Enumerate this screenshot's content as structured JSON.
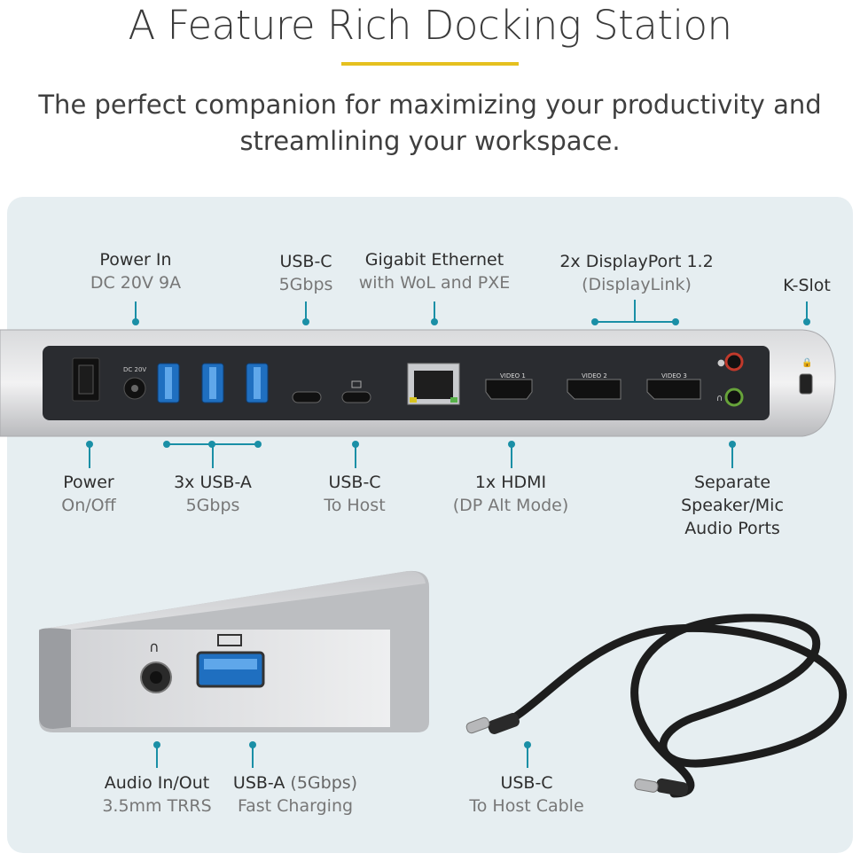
{
  "header": {
    "title": "A Feature Rich Docking Station",
    "subtitle_line1": "The perfect companion for maximizing your productivity and",
    "subtitle_line2": "streamlining your workspace."
  },
  "colors": {
    "accent_rule": "#e5c01f",
    "callout": "#1a8fa6",
    "panel": "#e6eef1"
  },
  "top_callouts": [
    {
      "title": "Power In",
      "sub": "DC 20V 9A"
    },
    {
      "title": "USB-C",
      "sub": "5Gbps"
    },
    {
      "title": "Gigabit Ethernet",
      "sub": "with WoL and PXE"
    },
    {
      "title": "2x DisplayPort 1.2",
      "sub": "(DisplayLink)"
    },
    {
      "title": "K-Slot",
      "sub": ""
    }
  ],
  "bottom_callouts": [
    {
      "title": "Power",
      "sub": "On/Off"
    },
    {
      "title": "3x USB-A",
      "sub": "5Gbps"
    },
    {
      "title": "USB-C",
      "sub": "To Host"
    },
    {
      "title": "1x HDMI",
      "sub": "(DP Alt Mode)"
    },
    {
      "title": "Separate",
      "sub": "Speaker/Mic",
      "sub2": "Audio Ports"
    }
  ],
  "front_callouts": [
    {
      "title": "Audio In/Out",
      "sub": "3.5mm TRRS"
    },
    {
      "title": "USB-A",
      "title_suffix": " (5Gbps)",
      "sub": "Fast Charging"
    },
    {
      "title": "USB-C",
      "sub": "To Host Cable"
    }
  ],
  "port_text": {
    "dc": "DC 20V",
    "video1": "VIDEO 1",
    "video2": "VIDEO 2",
    "video3": "VIDEO 3"
  },
  "icons": [
    "usb-icon",
    "headset-icon",
    "laptop-icon",
    "lock-icon",
    "mic-icon",
    "headphone-icon"
  ]
}
